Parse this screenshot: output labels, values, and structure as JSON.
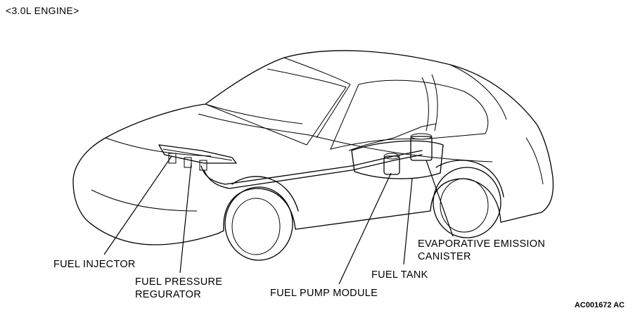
{
  "title": "<3.0L ENGINE>",
  "callouts": {
    "fuel_injector": "FUEL INJECTOR",
    "fuel_pressure_regulator_line1": "FUEL PRESSURE",
    "fuel_pressure_regulator_line2": "REGURATOR",
    "fuel_pump_module": "FUEL PUMP MODULE",
    "fuel_tank": "FUEL TANK",
    "evap_canister_line1": "EVAPORATIVE EMISSION",
    "evap_canister_line2": "CANISTER"
  },
  "figure_code": "AC001672 AC"
}
